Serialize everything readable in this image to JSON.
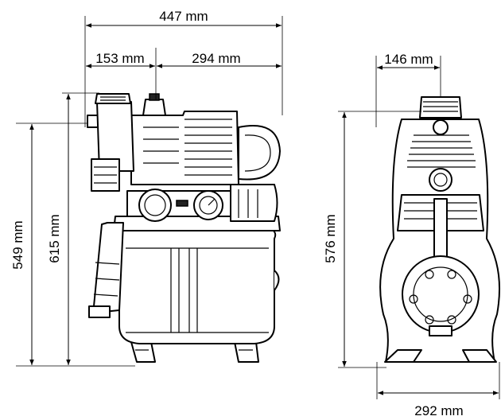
{
  "dimensions": {
    "total_width": "447 mm",
    "inlet_offset": "153 mm",
    "body_width": "294 mm",
    "height_to_inlet": "549 mm",
    "total_height": "615 mm",
    "side_outlet_offset": "146 mm",
    "side_height": "576 mm",
    "side_depth": "292 mm"
  }
}
